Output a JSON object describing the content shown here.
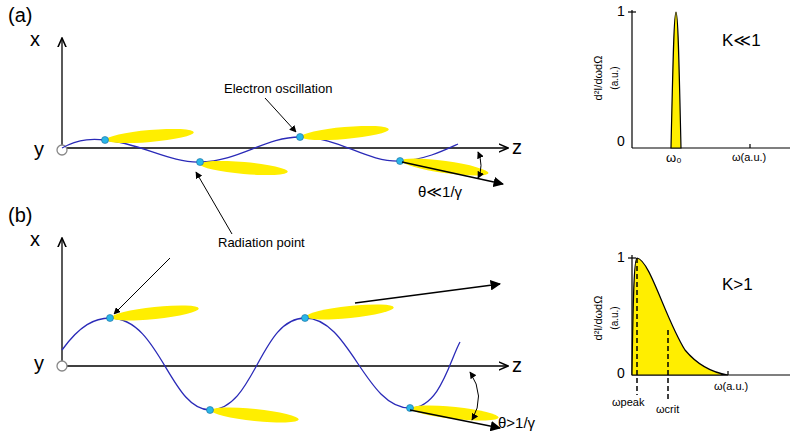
{
  "diagram": {
    "labels": [
      "(a)",
      "x",
      "y",
      "z",
      "Electron oscillation",
      "θ≪1/γ",
      "(b)",
      "Radiation point",
      "x",
      "y",
      "z",
      "θ>1/γ",
      "1",
      "0",
      "d²I/dωdΩ",
      "(a.u.)",
      "ω₀",
      "ω(a.u.)",
      "K≪1",
      "1",
      "0",
      "d²I/dωdΩ",
      "(a.u.)",
      "ωpeak",
      "ωcrit",
      "ω(a.u.)",
      "K>1"
    ]
  }
}
